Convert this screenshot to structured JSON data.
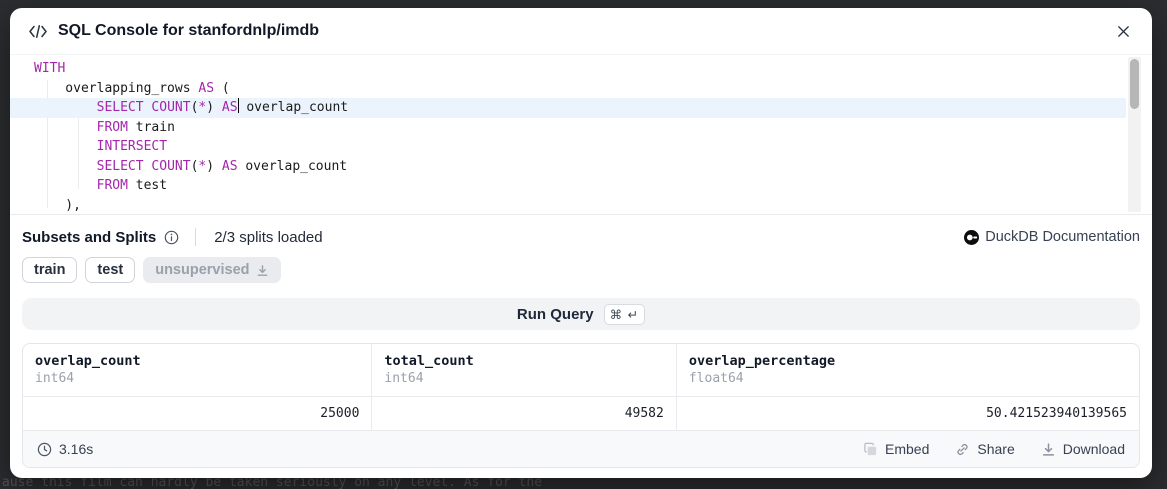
{
  "overlay": {
    "dimmed_background_text": "ause this film can hardly be taken seriously on any level. As for the"
  },
  "header": {
    "title": "SQL Console for stanfordnlp/imdb"
  },
  "editor": {
    "lines": [
      {
        "tokens": [
          [
            "k",
            "WITH"
          ]
        ]
      },
      {
        "tokens": [
          [
            "p",
            "    overlapping_rows "
          ],
          [
            "k",
            "AS"
          ],
          [
            "p",
            " ("
          ]
        ]
      },
      {
        "highlight": true,
        "tokens": [
          [
            "p",
            "        "
          ],
          [
            "k",
            "SELECT"
          ],
          [
            "p",
            " "
          ],
          [
            "k",
            "COUNT"
          ],
          [
            "p",
            "("
          ],
          [
            "k",
            "*"
          ],
          [
            "p",
            ") "
          ],
          [
            "k",
            "AS"
          ],
          [
            "c",
            ""
          ],
          [
            "p",
            " overlap_count"
          ]
        ]
      },
      {
        "tokens": [
          [
            "p",
            "        "
          ],
          [
            "k",
            "FROM"
          ],
          [
            "p",
            " train"
          ]
        ]
      },
      {
        "tokens": [
          [
            "p",
            "        "
          ],
          [
            "k",
            "INTERSECT"
          ]
        ]
      },
      {
        "tokens": [
          [
            "p",
            "        "
          ],
          [
            "k",
            "SELECT"
          ],
          [
            "p",
            " "
          ],
          [
            "k",
            "COUNT"
          ],
          [
            "p",
            "("
          ],
          [
            "k",
            "*"
          ],
          [
            "p",
            ") "
          ],
          [
            "k",
            "AS"
          ],
          [
            "p",
            " overlap_count"
          ]
        ]
      },
      {
        "tokens": [
          [
            "p",
            "        "
          ],
          [
            "k",
            "FROM"
          ],
          [
            "p",
            " test"
          ]
        ]
      },
      {
        "tokens": [
          [
            "p",
            "    ),"
          ]
        ]
      }
    ]
  },
  "subsets": {
    "title": "Subsets and Splits",
    "status": "2/3 splits loaded",
    "doc_label": "DuckDB Documentation",
    "splits": [
      {
        "label": "train",
        "loaded": true
      },
      {
        "label": "test",
        "loaded": true
      },
      {
        "label": "unsupervised",
        "loaded": false
      }
    ]
  },
  "run_query": {
    "label": "Run Query",
    "shortcut": "⌘ ↵"
  },
  "results": {
    "columns": [
      {
        "name": "overlap_count",
        "type": "int64"
      },
      {
        "name": "total_count",
        "type": "int64"
      },
      {
        "name": "overlap_percentage",
        "type": "float64"
      }
    ],
    "row": [
      "25000",
      "49582",
      "50.421523940139565"
    ]
  },
  "footer": {
    "duration": "3.16s",
    "embed_label": "Embed",
    "share_label": "Share",
    "download_label": "Download"
  },
  "colors": {
    "keyword_purple": "#a326ab",
    "active_line_blue": "#ebf4fd",
    "overlay_dark": "#2c2d30",
    "muted_text": "#9aa1ac",
    "accent_text": "#1f2937"
  }
}
